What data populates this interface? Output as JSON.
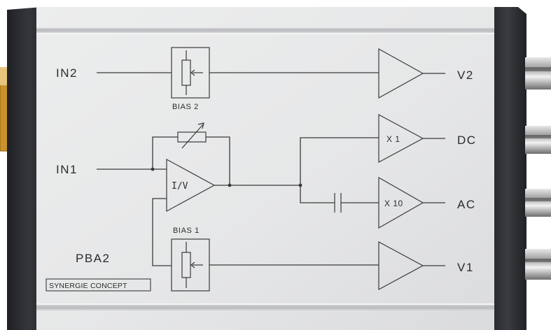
{
  "panel": {
    "model": "PBA2",
    "brand": "SYNERGIE CONCEPT"
  },
  "inputs": {
    "in2": "IN2",
    "in1": "IN1"
  },
  "blocks": {
    "bias2": "BIAS 2",
    "bias1": "BIAS 1",
    "iv": "I/V",
    "x1": "X 1",
    "x10": "X 10"
  },
  "outputs": {
    "v2": "V2",
    "dc": "DC",
    "ac": "AC",
    "v1": "V1"
  },
  "colors": {
    "panel_face": "#e9e9ea",
    "end_caps": "#2e2f33",
    "print": "#3a3a3a"
  }
}
